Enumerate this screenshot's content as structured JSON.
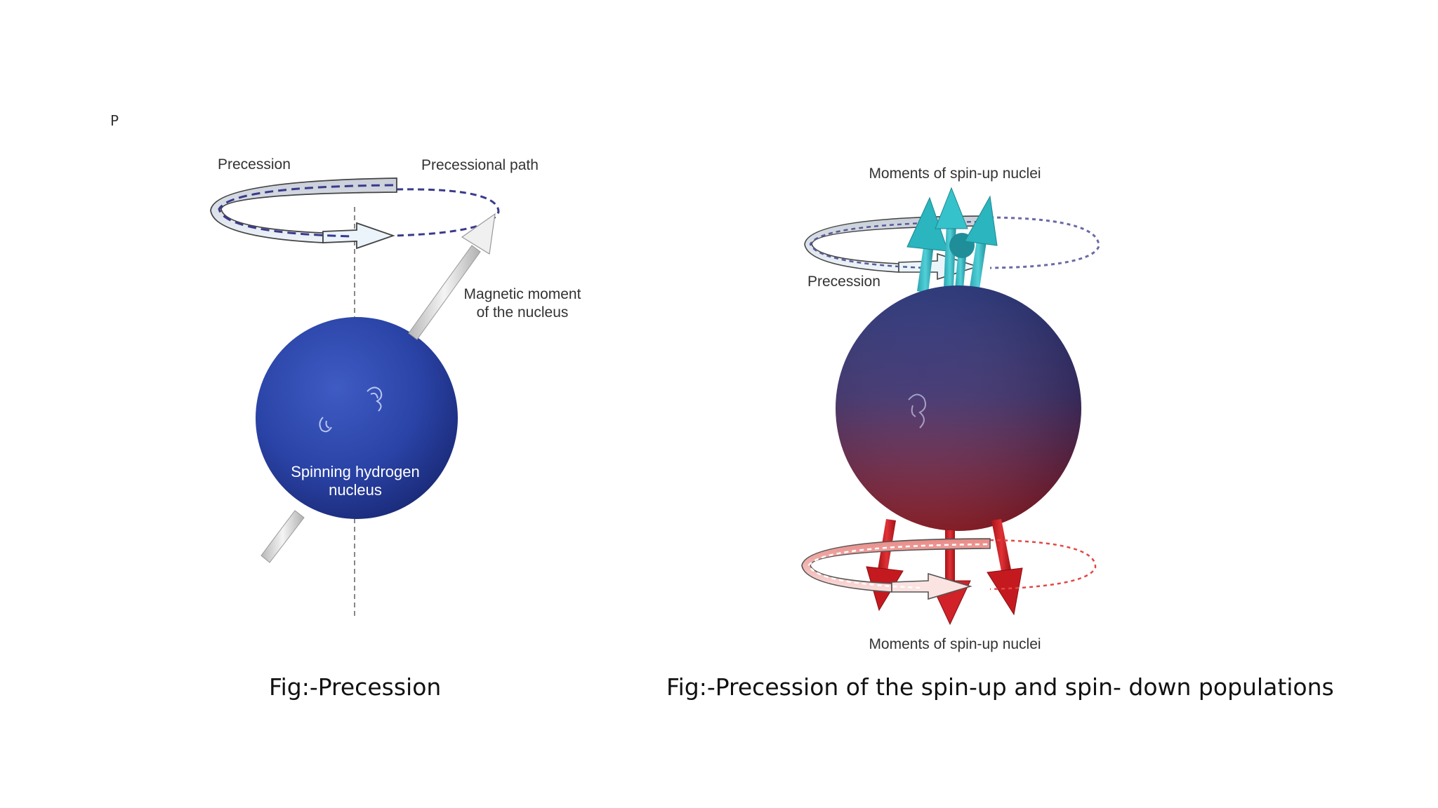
{
  "slide": {
    "stray_letter": "P"
  },
  "figure_left": {
    "labels": {
      "precession": "Precession",
      "precessional_path": "Precessional path",
      "magnetic_moment_line1": "Magnetic moment",
      "magnetic_moment_line2": "of the nucleus",
      "nucleus_line1": "Spinning hydrogen",
      "nucleus_line2": "nucleus"
    },
    "caption": "Fig:-Precession",
    "colors": {
      "sphere": "#2a43a6",
      "path": "#3a3a8c",
      "arrow": "#e0e0e0"
    }
  },
  "figure_right": {
    "labels": {
      "top": "Moments of spin-up nuclei",
      "precession": "Precession",
      "bottom": "Moments of spin-up nuclei"
    },
    "caption": "Fig:-Precession of the spin-up and spin- down populations",
    "colors": {
      "sphere_top": "#23307a",
      "sphere_bottom": "#9c1f2a",
      "up_arrows": "#2bb3bd",
      "down_arrows": "#c41a1f"
    }
  }
}
